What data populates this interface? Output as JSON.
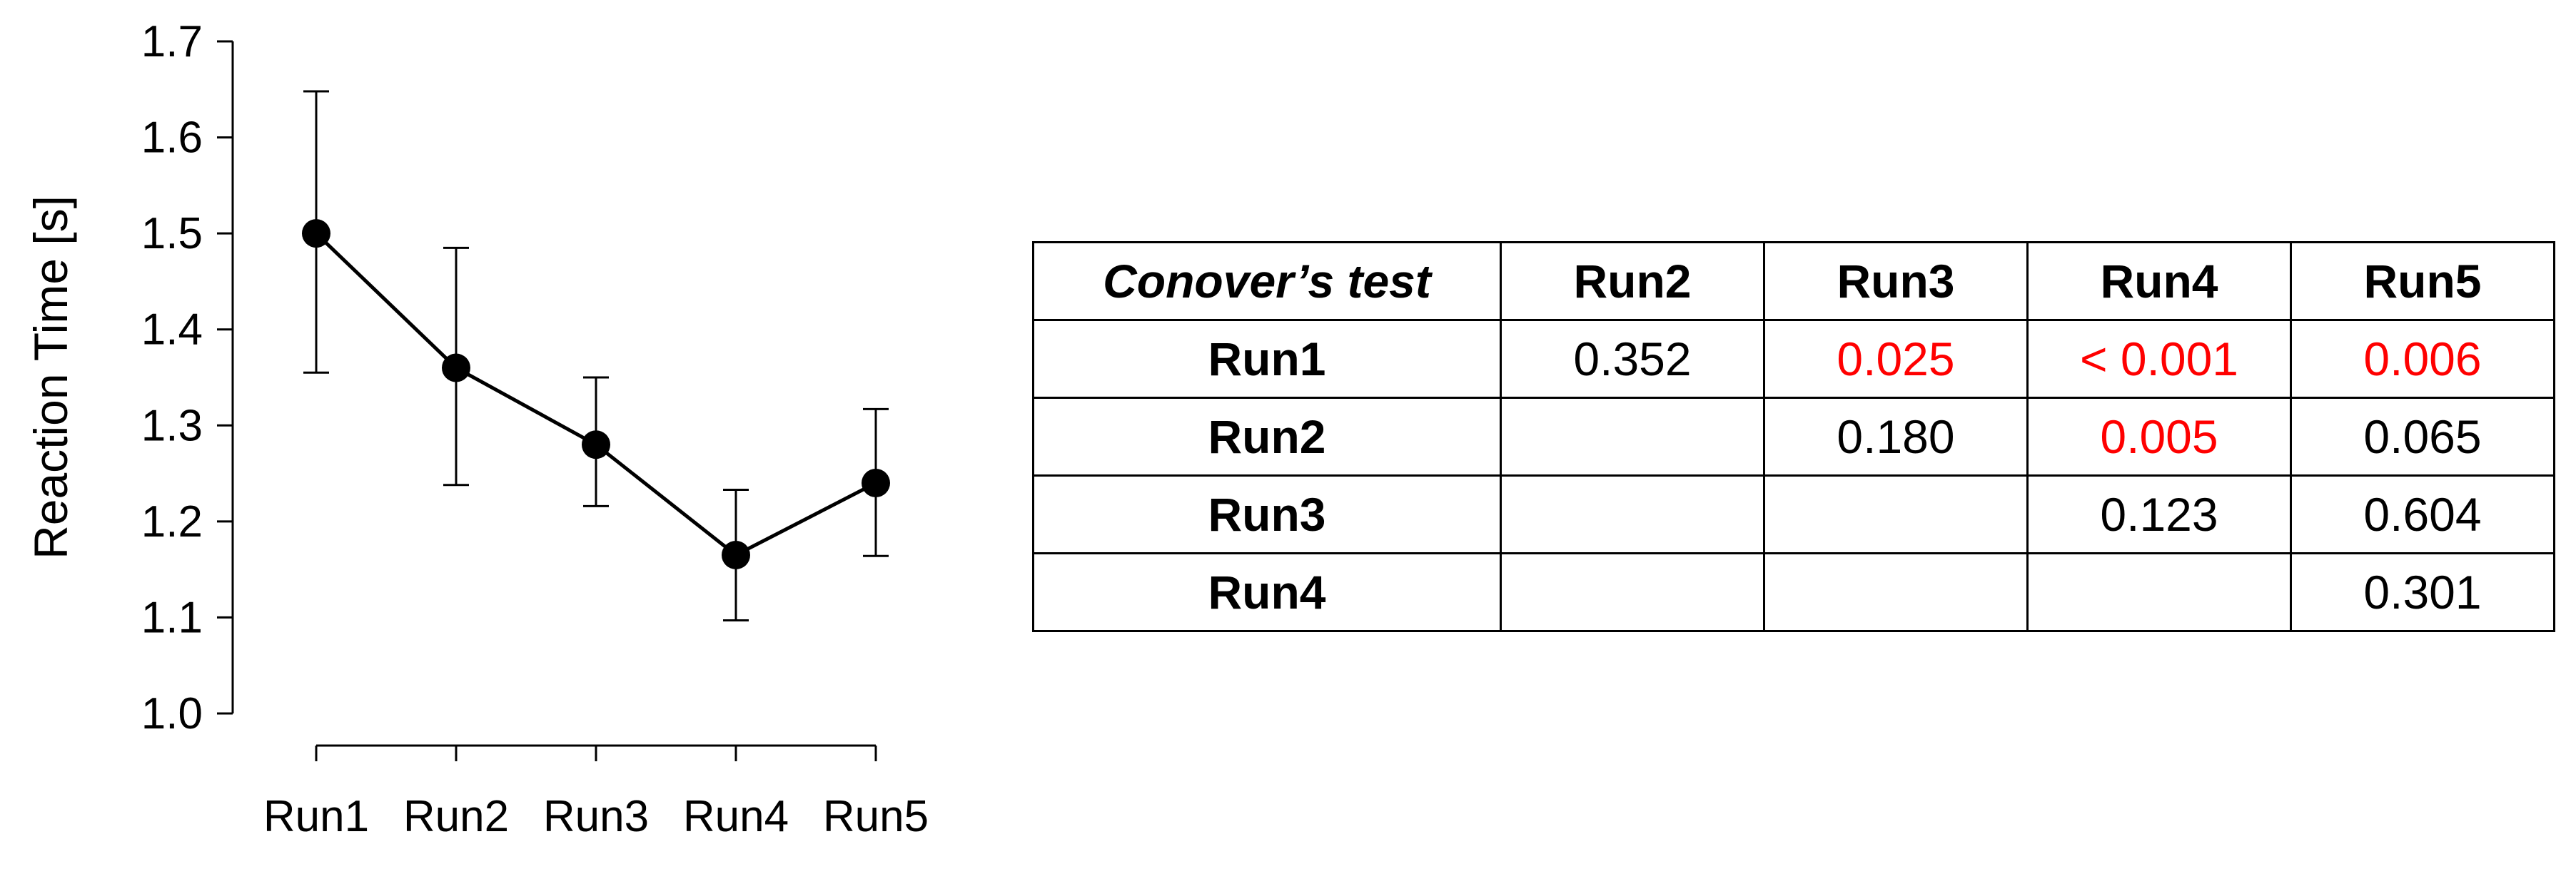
{
  "chart_data": {
    "type": "line",
    "categories": [
      "Run1",
      "Run2",
      "Run3",
      "Run4",
      "Run5"
    ],
    "series": [
      {
        "values": [
          1.5,
          1.36,
          1.28,
          1.165,
          1.24
        ],
        "error_low": [
          1.355,
          1.238,
          1.216,
          1.097,
          1.164
        ],
        "error_high": [
          1.648,
          1.485,
          1.35,
          1.233,
          1.317
        ]
      }
    ],
    "ylabel": "Reaction Time [s]",
    "xlabel": "",
    "ylim": [
      1.0,
      1.7
    ],
    "yticks": [
      "1.0",
      "1.1",
      "1.2",
      "1.3",
      "1.4",
      "1.5",
      "1.6",
      "1.7"
    ],
    "grid": false
  },
  "table": {
    "corner": "Conover’s test",
    "columns": [
      "Run2",
      "Run3",
      "Run4",
      "Run5"
    ],
    "rows": [
      {
        "label": "Run1",
        "cells": [
          {
            "text": "0.352",
            "sig": false
          },
          {
            "text": "0.025",
            "sig": true
          },
          {
            "text": "< 0.001",
            "sig": true
          },
          {
            "text": "0.006",
            "sig": true
          }
        ]
      },
      {
        "label": "Run2",
        "cells": [
          {
            "text": "",
            "sig": false
          },
          {
            "text": "0.180",
            "sig": false
          },
          {
            "text": "0.005",
            "sig": true
          },
          {
            "text": "0.065",
            "sig": false
          }
        ]
      },
      {
        "label": "Run3",
        "cells": [
          {
            "text": "",
            "sig": false
          },
          {
            "text": "",
            "sig": false
          },
          {
            "text": "0.123",
            "sig": false
          },
          {
            "text": "0.604",
            "sig": false
          }
        ]
      },
      {
        "label": "Run4",
        "cells": [
          {
            "text": "",
            "sig": false
          },
          {
            "text": "",
            "sig": false
          },
          {
            "text": "",
            "sig": false
          },
          {
            "text": "0.301",
            "sig": false
          }
        ]
      }
    ],
    "significant_color": "#ff0000"
  }
}
